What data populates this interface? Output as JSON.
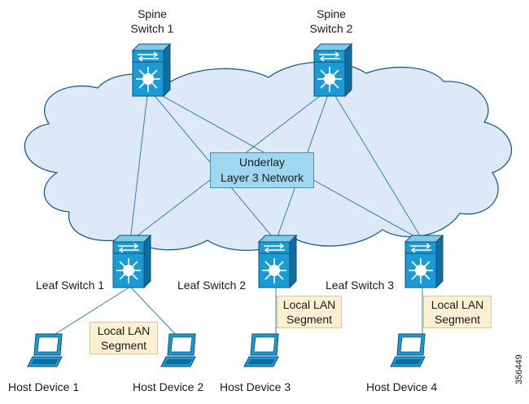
{
  "spines": [
    {
      "line1": "Spine",
      "line2": "Switch 1"
    },
    {
      "line1": "Spine",
      "line2": "Switch 2"
    }
  ],
  "underlay": {
    "line1": "Underlay",
    "line2": "Layer 3 Network"
  },
  "leaves": [
    {
      "label": "Leaf Switch 1"
    },
    {
      "label": "Leaf Switch 2"
    },
    {
      "label": "Leaf Switch 3"
    }
  ],
  "lan_segments": [
    {
      "line1": "Local LAN",
      "line2": "Segment"
    },
    {
      "line1": "Local LAN",
      "line2": "Segment"
    },
    {
      "line1": "Local LAN",
      "line2": "Segment"
    }
  ],
  "hosts": [
    {
      "label": "Host Device 1"
    },
    {
      "label": "Host Device 2"
    },
    {
      "label": "Host Device 3"
    },
    {
      "label": "Host Device 4"
    }
  ],
  "figure_id": "356449",
  "colors": {
    "cloud_fill": "#dde9f6",
    "cloud_stroke": "#1c5f8c",
    "link": "#2f82b3",
    "switch_body": "#1b9bd5",
    "underlay_fill": "#9fd7f0",
    "lan_fill": "#fdf0d2"
  }
}
